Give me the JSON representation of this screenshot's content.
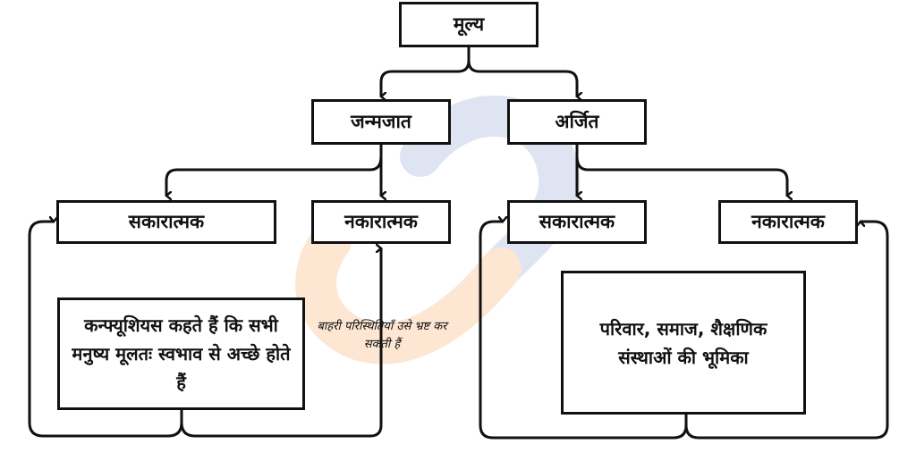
{
  "root": {
    "label": "मूल्य"
  },
  "level1": {
    "left": {
      "label": "जन्मजात"
    },
    "right": {
      "label": "अर्जित"
    }
  },
  "level2": {
    "left_positive": {
      "label": "सकारात्मक"
    },
    "left_negative": {
      "label": "नकारात्मक"
    },
    "right_positive": {
      "label": "सकारात्मक"
    },
    "right_negative": {
      "label": "नकारात्मक"
    }
  },
  "notes": {
    "confucius": "कन्फ्यूशियस कहते हैं कि सभी मनुष्य मूलतः स्वभाव से अच्छे होते हैं",
    "external_circumstances": "बाहरी परिस्थितियाँ उसे भ्रष्ट कर सकती हैं",
    "institutions": "परिवार, समाज, शैक्षणिक संस्थाओं की भूमिका"
  },
  "colors": {
    "line": "#111111",
    "watermark_blue": "#dfe4f3",
    "watermark_orange": "#fde6d2"
  }
}
